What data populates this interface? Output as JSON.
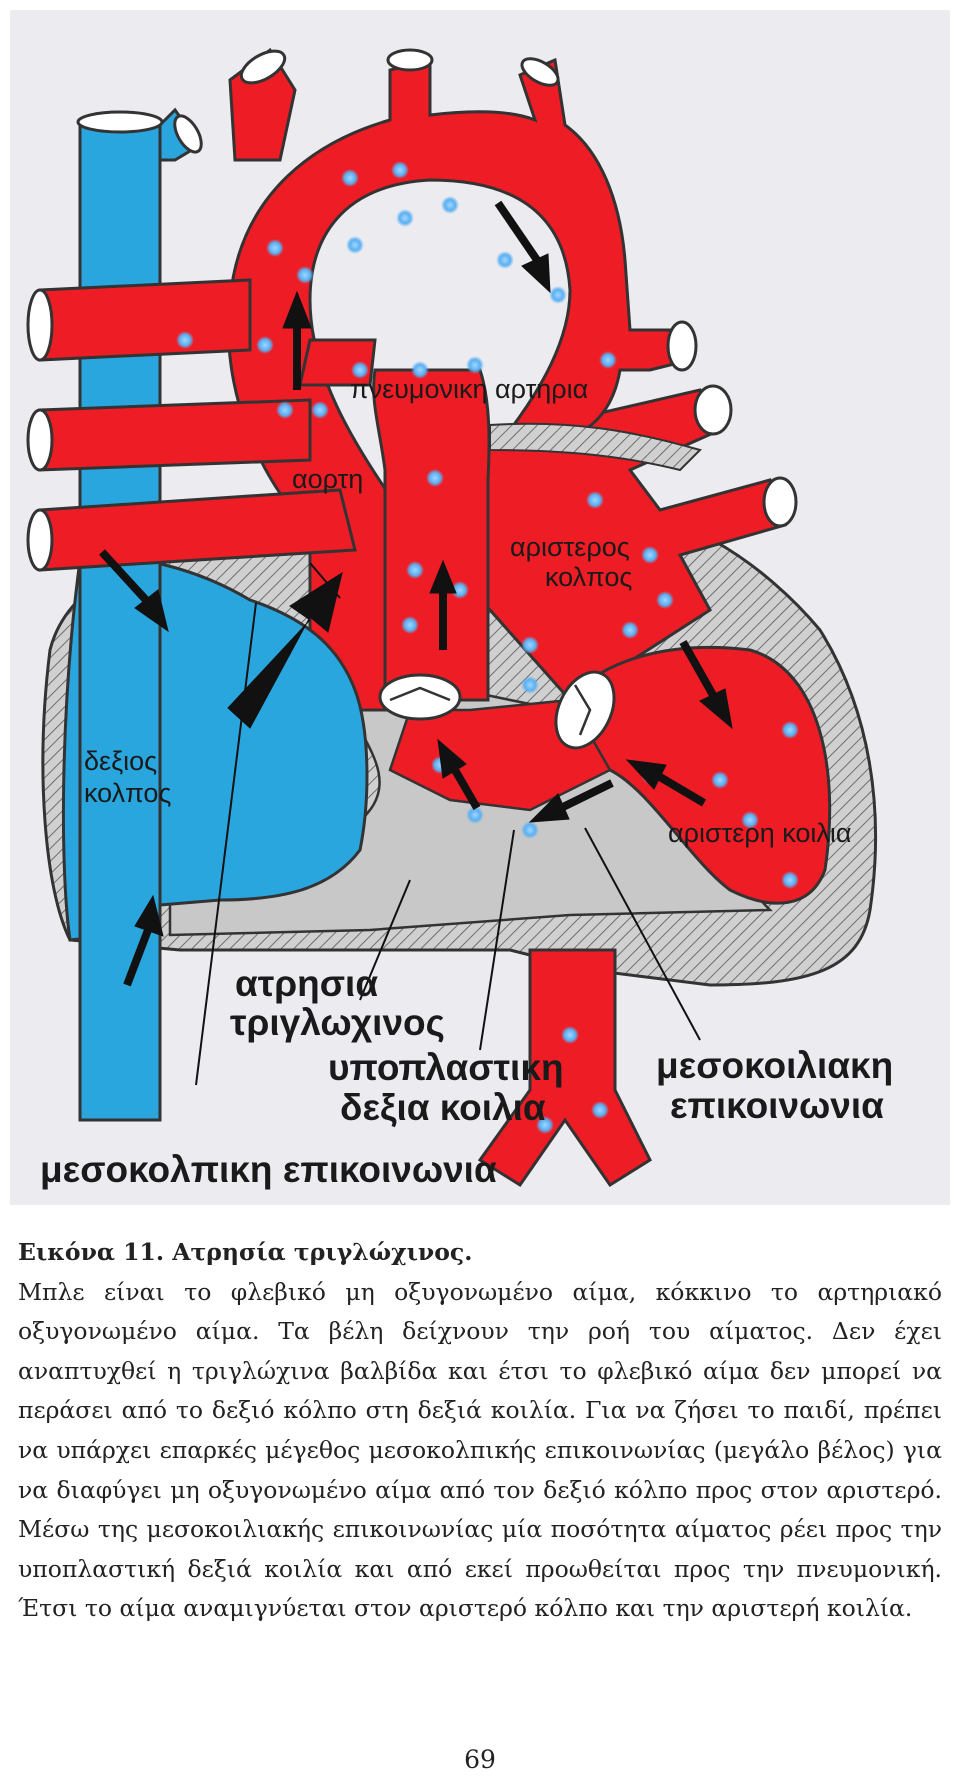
{
  "figure": {
    "labels": {
      "pulmonary_artery": "πνευμονικη αρτηρια",
      "aorta": "αορτη",
      "left_atrium_1": "αριστερος",
      "left_atrium_2": "κολπος",
      "right_atrium_1": "δεξιος",
      "right_atrium_2": "κολπος",
      "left_ventricle": "αριστερη κοιλια",
      "atresia_1": "ατρησια",
      "atresia_2": "τριγλωχινος",
      "hypoplastic_1": "υποπλαστικη",
      "hypoplastic_2": "δεξια κοιλια",
      "vsd_1": "μεσοκοιλιακη",
      "vsd_2": "επικοινωνια",
      "asd": "μεσοκολπικη επικοινωνια"
    },
    "colors": {
      "venous_blood": "#2aa6df",
      "arterial_blood": "#ee1c25",
      "myocardium": "#c8c8c8",
      "background": "#ebebf0"
    }
  },
  "caption": {
    "title": "Εικόνα 11. Ατρησία τριγλώχινος.",
    "body": "Μπλε είναι το φλεβικό μη οξυγονωμένο αίμα, κόκκινο το αρτηριακό οξυγονωμένο αίμα. Τα βέλη δείχνουν την ροή του αίματος. Δεν έχει αναπτυχθεί η τριγλώχινα βαλβίδα και έτσι το φλεβικό αίμα δεν μπορεί να περάσει από το δεξιό κόλπο στη δεξιά κοιλία. Για να ζήσει το παιδί, πρέπει να υπάρχει επαρκές μέγεθος μεσοκολπικής επικοινωνίας (μεγάλο βέλος) για να διαφύγει μη οξυγονωμένο αίμα από τον δεξιό κόλπο προς στον αριστερό. Μέσω της μεσοκοιλιακής επικοινωνίας μία ποσότητα αίματος ρέει προς την υποπλαστική δεξιά κοιλία και από εκεί προωθείται προς την πνευμονική. Έτσι το αίμα αναμιγνύεται στον αριστερό κόλπο και την αριστερή κοιλία."
  },
  "page_number": "69"
}
